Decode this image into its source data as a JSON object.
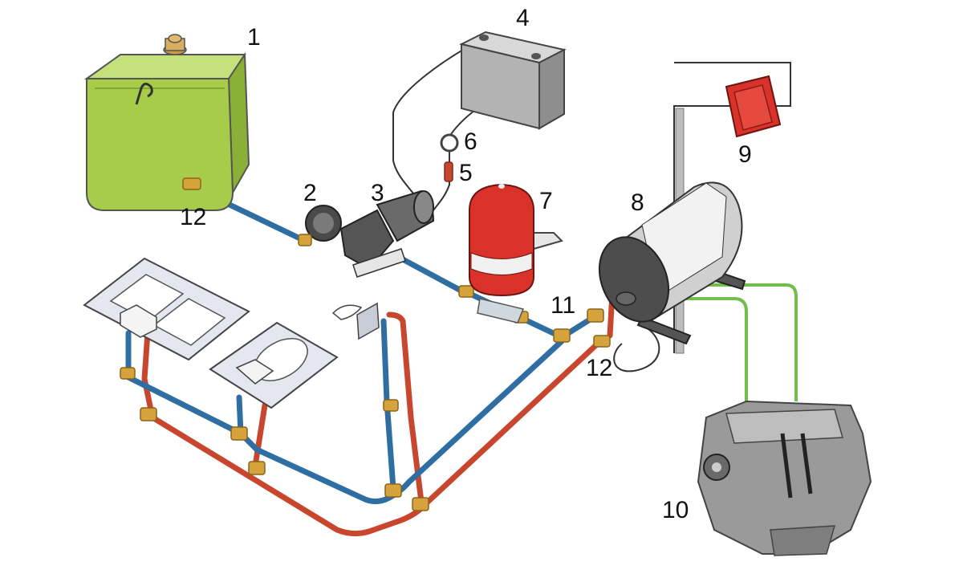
{
  "colors": {
    "cold_pipe": "#2f6ea3",
    "hot_pipe": "#c8462e",
    "tank_fill": "#a6cc4a",
    "brass": "#d6a23c",
    "coolant": "#6fbf4a",
    "accumulator": "#d8322a",
    "switch": "#d8322a"
  },
  "callouts": {
    "tank": "1",
    "strainer": "2",
    "pump": "3",
    "battery": "4",
    "fuse": "5",
    "breaker": "6",
    "accumulator": "7",
    "water_heater": "8",
    "switch": "9",
    "engine": "10",
    "tee": "11",
    "tank_valve": "12",
    "heater_valve": "12"
  }
}
